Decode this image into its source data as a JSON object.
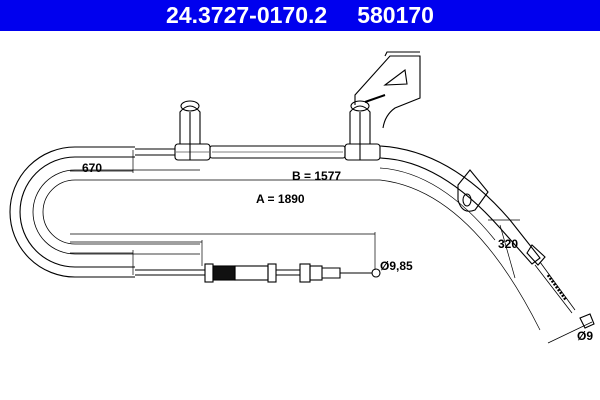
{
  "header": {
    "part_number": "24.3727-0170.2",
    "ref_number": "580170",
    "background": "#0000ee"
  },
  "drawing": {
    "subject": "parking brake cable",
    "dimensions": {
      "d670": "670",
      "b": "B = 1577",
      "a": "A = 1890",
      "d320": "320",
      "dia_985": "Ø9,85",
      "dia_9": "Ø9"
    }
  }
}
